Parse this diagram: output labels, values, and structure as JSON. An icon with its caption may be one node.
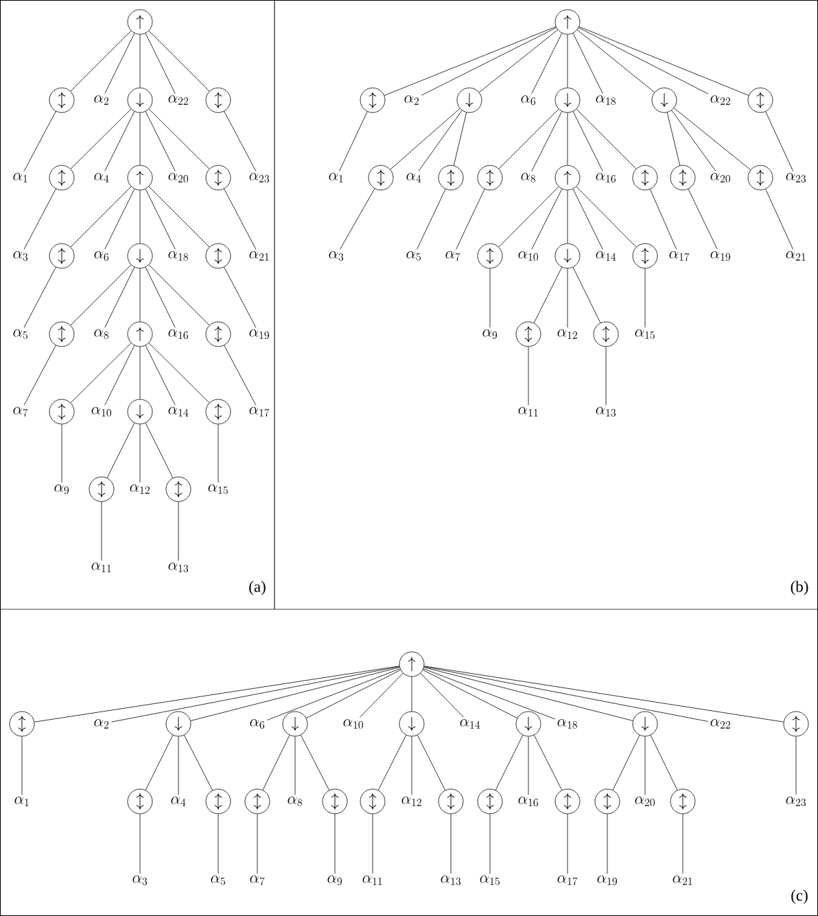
{
  "diagram": {
    "nodes": [
      {
        "text": [
          "\\uparrow"
        ]
      },
      {
        "text": [
          "\\updownarrow"
        ]
      },
      {
        "text": [
          "\\alpha_{2}"
        ]
      },
      {
        "text": [
          "\\downarrow"
        ]
      },
      {
        "text": [
          "\\alpha_{22}"
        ]
      },
      {
        "text": [
          "\\updownarrow"
        ]
      },
      {
        "text": [
          "\\alpha_{1}"
        ]
      },
      {
        "text": [
          "\\updownarrow"
        ]
      },
      {
        "text": [
          "\\alpha_{4}"
        ]
      },
      {
        "text": [
          "\\uparrow"
        ]
      },
      {
        "text": [
          "\\alpha_{20}"
        ]
      },
      {
        "text": [
          "\\updownarrow"
        ]
      },
      {
        "text": [
          "\\alpha_{23}"
        ]
      },
      {
        "text": [
          "\\alpha_{3}"
        ]
      },
      {
        "text": [
          "\\updownarrow"
        ]
      },
      {
        "text": [
          "\\alpha_{6}"
        ]
      },
      {
        "text": [
          "\\downarrow"
        ]
      },
      {
        "text": [
          "\\alpha_{18}"
        ]
      },
      {
        "text": [
          "\\updownarrow"
        ]
      },
      {
        "text": [
          "\\alpha_{21}"
        ]
      },
      {
        "text": [
          "\\alpha_{5}"
        ]
      },
      {
        "text": [
          "\\updownarrow"
        ]
      },
      {
        "text": [
          "\\alpha_{8}"
        ]
      },
      {
        "text": [
          "\\uparrow"
        ]
      },
      {
        "text": [
          "\\alpha_{16}"
        ]
      },
      {
        "text": [
          "\\updownarrow"
        ]
      },
      {
        "text": [
          "\\alpha_{19}"
        ]
      },
      {
        "text": [
          "\\alpha_{7}"
        ]
      },
      {
        "text": [
          "\\updownarrow"
        ]
      },
      {
        "text": [
          "\\alpha_{10}"
        ]
      },
      {
        "text": [
          "\\downarrow"
        ]
      },
      {
        "text": [
          "\\alpha_{14}"
        ]
      },
      {
        "text": [
          "\\updownarrow"
        ]
      },
      {
        "text": [
          "\\alpha_{17}"
        ]
      },
      {
        "text": [
          "\\alpha_{9}"
        ]
      },
      {
        "text": [
          "\\updownarrow"
        ]
      },
      {
        "text": [
          "\\alpha_{12}"
        ]
      },
      {
        "text": [
          "\\updownarrow"
        ]
      },
      {
        "text": [
          "\\alpha_{15}"
        ]
      },
      {
        "text": [
          "\\alpha_{11}"
        ]
      },
      {
        "text": [
          "\\alpha_{13}"
        ]
      },
      {
        "text": [
          "\\uparrow"
        ]
      },
      {
        "text": [
          "\\updownarrow"
        ]
      },
      {
        "text": [
          "\\alpha_{2}"
        ]
      },
      {
        "text": [
          "\\downarrow"
        ]
      },
      {
        "text": [
          "\\alpha_{6}"
        ]
      },
      {
        "text": [
          "\\downarrow"
        ]
      },
      {
        "text": [
          "\\alpha_{18}"
        ]
      },
      {
        "text": [
          "\\downarrow"
        ]
      },
      {
        "text": [
          "\\alpha_{22}"
        ]
      },
      {
        "text": [
          "\\updownarrow"
        ]
      },
      {
        "text": [
          "\\alpha_{1}"
        ]
      },
      {
        "text": [
          "\\updownarrow"
        ]
      },
      {
        "text": [
          "\\alpha_{4}"
        ]
      },
      {
        "text": [
          "\\updownarrow"
        ]
      },
      {
        "text": [
          "\\updownarrow"
        ]
      },
      {
        "text": [
          "\\alpha_{8}"
        ]
      },
      {
        "text": [
          "\\uparrow"
        ]
      },
      {
        "text": [
          "\\alpha_{16}"
        ]
      },
      {
        "text": [
          "\\updownarrow"
        ]
      },
      {
        "text": [
          "\\updownarrow"
        ]
      },
      {
        "text": [
          "\\alpha_{20}"
        ]
      },
      {
        "text": [
          "\\updownarrow"
        ]
      },
      {
        "text": [
          "\\alpha_{23}"
        ]
      },
      {
        "text": [
          "\\alpha_{3}"
        ]
      },
      {
        "text": [
          "\\alpha_{5}"
        ]
      },
      {
        "text": [
          "\\alpha_{7}"
        ]
      },
      {
        "text": [
          "\\updownarrow"
        ]
      },
      {
        "text": [
          "\\alpha_{10}"
        ]
      },
      {
        "text": [
          "\\downarrow"
        ]
      },
      {
        "text": [
          "\\alpha_{14}"
        ]
      },
      {
        "text": [
          "\\updownarrow"
        ]
      },
      {
        "text": [
          "\\alpha_{17}"
        ]
      },
      {
        "text": [
          "\\alpha_{19}"
        ]
      },
      {
        "text": [
          "\\alpha_{21}"
        ]
      },
      {
        "text": [
          "\\alpha_{9}"
        ]
      },
      {
        "text": [
          "\\updownarrow"
        ]
      },
      {
        "text": [
          "\\alpha_{12}"
        ]
      },
      {
        "text": [
          "\\updownarrow"
        ]
      },
      {
        "text": [
          "\\alpha_{15}"
        ]
      },
      {
        "text": [
          "\\alpha_{11}"
        ]
      },
      {
        "text": [
          "\\alpha_{13}"
        ]
      },
      {
        "text": [
          "\\uparrow"
        ]
      },
      {
        "text": [
          "\\updownarrow"
        ]
      },
      {
        "text": [
          "\\alpha_{2}"
        ]
      },
      {
        "text": [
          "\\downarrow"
        ]
      },
      {
        "text": [
          "\\alpha_{6}"
        ]
      },
      {
        "text": [
          "\\downarrow"
        ]
      },
      {
        "text": [
          "\\alpha_{10}"
        ]
      },
      {
        "text": [
          "\\downarrow"
        ]
      },
      {
        "text": [
          "\\alpha_{14}"
        ]
      },
      {
        "text": [
          "\\downarrow"
        ]
      },
      {
        "text": [
          "\\alpha_{18}"
        ]
      },
      {
        "text": [
          "\\downarrow"
        ]
      },
      {
        "text": [
          "\\alpha_{22}"
        ]
      },
      {
        "text": [
          "\\updownarrow"
        ]
      },
      {
        "text": [
          "\\alpha_{1}"
        ]
      },
      {
        "text": [
          "\\updownarrow"
        ]
      },
      {
        "text": [
          "\\alpha_{4}"
        ]
      },
      {
        "text": [
          "\\updownarrow"
        ]
      },
      {
        "text": [
          "\\updownarrow"
        ]
      },
      {
        "text": [
          "\\alpha_{8}"
        ]
      },
      {
        "text": [
          "\\updownarrow"
        ]
      },
      {
        "text": [
          "\\updownarrow"
        ]
      },
      {
        "text": [
          "\\alpha_{12}"
        ]
      },
      {
        "text": [
          "\\updownarrow"
        ]
      },
      {
        "text": [
          "\\updownarrow"
        ]
      },
      {
        "text": [
          "\\alpha_{16}"
        ]
      },
      {
        "text": [
          "\\updownarrow"
        ]
      },
      {
        "text": [
          "\\updownarrow"
        ]
      },
      {
        "text": [
          "\\alpha_{20}"
        ]
      },
      {
        "text": [
          "\\updownarrow"
        ]
      },
      {
        "text": [
          "\\alpha_{23}"
        ]
      },
      {
        "text": [
          "\\alpha_{3}"
        ]
      },
      {
        "text": [
          "\\alpha_{5}"
        ]
      },
      {
        "text": [
          "\\alpha_{7}"
        ]
      },
      {
        "text": [
          "\\alpha_{9}"
        ]
      },
      {
        "text": [
          "\\alpha_{11}"
        ]
      },
      {
        "text": [
          "\\alpha_{13}"
        ]
      },
      {
        "text": [
          "\\alpha_{15}"
        ]
      },
      {
        "text": [
          "\\alpha_{17}"
        ]
      },
      {
        "text": [
          "\\alpha_{19}"
        ]
      },
      {
        "text": [
          "\\alpha_{21}"
        ]
      }
    ],
    "edges": [
      {
        "from": 0,
        "to": 1,
        "arrow": "none"
      },
      {
        "from": 0,
        "to": 2,
        "arrow": "none"
      },
      {
        "from": 0,
        "to": 3,
        "arrow": "none"
      },
      {
        "from": 0,
        "to": 4,
        "arrow": "none"
      },
      {
        "from": 0,
        "to": 5,
        "arrow": "none"
      },
      {
        "from": 1,
        "to": 6,
        "arrow": "none"
      },
      {
        "from": 5,
        "to": 12,
        "arrow": "none"
      },
      {
        "from": 3,
        "to": 7,
        "arrow": "none"
      },
      {
        "from": 3,
        "to": 8,
        "arrow": "none"
      },
      {
        "from": 3,
        "to": 9,
        "arrow": "none"
      },
      {
        "from": 3,
        "to": 10,
        "arrow": "none"
      },
      {
        "from": 3,
        "to": 11,
        "arrow": "none"
      },
      {
        "from": 7,
        "to": 13,
        "arrow": "none"
      },
      {
        "from": 11,
        "to": 19,
        "arrow": "none"
      },
      {
        "from": 9,
        "to": 14,
        "arrow": "none"
      },
      {
        "from": 9,
        "to": 15,
        "arrow": "none"
      },
      {
        "from": 9,
        "to": 16,
        "arrow": "none"
      },
      {
        "from": 9,
        "to": 17,
        "arrow": "none"
      },
      {
        "from": 9,
        "to": 18,
        "arrow": "none"
      },
      {
        "from": 14,
        "to": 20,
        "arrow": "none"
      },
      {
        "from": 18,
        "to": 26,
        "arrow": "none"
      },
      {
        "from": 16,
        "to": 21,
        "arrow": "none"
      },
      {
        "from": 16,
        "to": 22,
        "arrow": "none"
      },
      {
        "from": 16,
        "to": 23,
        "arrow": "none"
      },
      {
        "from": 16,
        "to": 24,
        "arrow": "none"
      },
      {
        "from": 16,
        "to": 25,
        "arrow": "none"
      },
      {
        "from": 21,
        "to": 27,
        "arrow": "none"
      },
      {
        "from": 25,
        "to": 33,
        "arrow": "none"
      },
      {
        "from": 23,
        "to": 28,
        "arrow": "none"
      },
      {
        "from": 23,
        "to": 29,
        "arrow": "none"
      },
      {
        "from": 23,
        "to": 30,
        "arrow": "none"
      },
      {
        "from": 23,
        "to": 31,
        "arrow": "none"
      },
      {
        "from": 23,
        "to": 32,
        "arrow": "none"
      },
      {
        "from": 28,
        "to": 34,
        "arrow": "none"
      },
      {
        "from": 32,
        "to": 38,
        "arrow": "none"
      },
      {
        "from": 30,
        "to": 35,
        "arrow": "none"
      },
      {
        "from": 30,
        "to": 36,
        "arrow": "none"
      },
      {
        "from": 30,
        "to": 37,
        "arrow": "none"
      },
      {
        "from": 35,
        "to": 39,
        "arrow": "none"
      },
      {
        "from": 37,
        "to": 40,
        "arrow": "none"
      },
      {
        "from": 41,
        "to": 42,
        "arrow": "none"
      },
      {
        "from": 41,
        "to": 43,
        "arrow": "none"
      },
      {
        "from": 41,
        "to": 44,
        "arrow": "none"
      },
      {
        "from": 41,
        "to": 45,
        "arrow": "none"
      },
      {
        "from": 41,
        "to": 46,
        "arrow": "none"
      },
      {
        "from": 41,
        "to": 47,
        "arrow": "none"
      },
      {
        "from": 41,
        "to": 48,
        "arrow": "none"
      },
      {
        "from": 41,
        "to": 49,
        "arrow": "none"
      },
      {
        "from": 41,
        "to": 50,
        "arrow": "none"
      },
      {
        "from": 42,
        "to": 51,
        "arrow": "none"
      },
      {
        "from": 44,
        "to": 52,
        "arrow": "none"
      },
      {
        "from": 44,
        "to": 53,
        "arrow": "none"
      },
      {
        "from": 44,
        "to": 54,
        "arrow": "none"
      },
      {
        "from": 46,
        "to": 55,
        "arrow": "none"
      },
      {
        "from": 46,
        "to": 56,
        "arrow": "none"
      },
      {
        "from": 46,
        "to": 57,
        "arrow": "none"
      },
      {
        "from": 46,
        "to": 58,
        "arrow": "none"
      },
      {
        "from": 46,
        "to": 59,
        "arrow": "none"
      },
      {
        "from": 48,
        "to": 60,
        "arrow": "none"
      },
      {
        "from": 48,
        "to": 61,
        "arrow": "none"
      },
      {
        "from": 48,
        "to": 62,
        "arrow": "none"
      },
      {
        "from": 50,
        "to": 63,
        "arrow": "none"
      },
      {
        "from": 52,
        "to": 64,
        "arrow": "none"
      },
      {
        "from": 54,
        "to": 65,
        "arrow": "none"
      },
      {
        "from": 55,
        "to": 66,
        "arrow": "none"
      },
      {
        "from": 57,
        "to": 67,
        "arrow": "none"
      },
      {
        "from": 57,
        "to": 68,
        "arrow": "none"
      },
      {
        "from": 57,
        "to": 69,
        "arrow": "none"
      },
      {
        "from": 57,
        "to": 70,
        "arrow": "none"
      },
      {
        "from": 57,
        "to": 71,
        "arrow": "none"
      },
      {
        "from": 59,
        "to": 72,
        "arrow": "none"
      },
      {
        "from": 60,
        "to": 73,
        "arrow": "none"
      },
      {
        "from": 62,
        "to": 74,
        "arrow": "none"
      },
      {
        "from": 67,
        "to": 75,
        "arrow": "none"
      },
      {
        "from": 69,
        "to": 76,
        "arrow": "none"
      },
      {
        "from": 69,
        "to": 77,
        "arrow": "none"
      },
      {
        "from": 69,
        "to": 78,
        "arrow": "none"
      },
      {
        "from": 71,
        "to": 79,
        "arrow": "none"
      },
      {
        "from": 76,
        "to": 80,
        "arrow": "none"
      },
      {
        "from": 78,
        "to": 81,
        "arrow": "none"
      },
      {
        "from": 82,
        "to": 83,
        "arrow": "none"
      },
      {
        "from": 82,
        "to": 84,
        "arrow": "none"
      },
      {
        "from": 82,
        "to": 85,
        "arrow": "none"
      },
      {
        "from": 82,
        "to": 86,
        "arrow": "none"
      },
      {
        "from": 82,
        "to": 87,
        "arrow": "none"
      },
      {
        "from": 82,
        "to": 88,
        "arrow": "none"
      },
      {
        "from": 82,
        "to": 89,
        "arrow": "none"
      },
      {
        "from": 82,
        "to": 90,
        "arrow": "none"
      },
      {
        "from": 82,
        "to": 91,
        "arrow": "none"
      },
      {
        "from": 82,
        "to": 92,
        "arrow": "none"
      },
      {
        "from": 82,
        "to": 93,
        "arrow": "none"
      },
      {
        "from": 82,
        "to": 94,
        "arrow": "none"
      },
      {
        "from": 82,
        "to": 95,
        "arrow": "none"
      },
      {
        "from": 83,
        "to": 96,
        "arrow": "none"
      },
      {
        "from": 85,
        "to": 97,
        "arrow": "none"
      },
      {
        "from": 85,
        "to": 98,
        "arrow": "none"
      },
      {
        "from": 85,
        "to": 99,
        "arrow": "none"
      },
      {
        "from": 87,
        "to": 100,
        "arrow": "none"
      },
      {
        "from": 87,
        "to": 101,
        "arrow": "none"
      },
      {
        "from": 87,
        "to": 102,
        "arrow": "none"
      },
      {
        "from": 89,
        "to": 103,
        "arrow": "none"
      },
      {
        "from": 89,
        "to": 104,
        "arrow": "none"
      },
      {
        "from": 89,
        "to": 105,
        "arrow": "none"
      },
      {
        "from": 91,
        "to": 106,
        "arrow": "none"
      },
      {
        "from": 91,
        "to": 107,
        "arrow": "none"
      },
      {
        "from": 91,
        "to": 108,
        "arrow": "none"
      },
      {
        "from": 93,
        "to": 109,
        "arrow": "none"
      },
      {
        "from": 93,
        "to": 110,
        "arrow": "none"
      },
      {
        "from": 93,
        "to": 111,
        "arrow": "none"
      },
      {
        "from": 95,
        "to": 112,
        "arrow": "none"
      },
      {
        "from": 97,
        "to": 113,
        "arrow": "none"
      },
      {
        "from": 99,
        "to": 114,
        "arrow": "none"
      },
      {
        "from": 100,
        "to": 115,
        "arrow": "none"
      },
      {
        "from": 102,
        "to": 116,
        "arrow": "none"
      },
      {
        "from": 103,
        "to": 117,
        "arrow": "none"
      },
      {
        "from": 105,
        "to": 118,
        "arrow": "none"
      },
      {
        "from": 106,
        "to": 119,
        "arrow": "none"
      },
      {
        "from": 108,
        "to": 120,
        "arrow": "none"
      },
      {
        "from": 109,
        "to": 121,
        "arrow": "none"
      },
      {
        "from": 111,
        "to": 122,
        "arrow": "none"
      }
    ],
    "labels": [
      "(a)",
      "(b)",
      "(c)"
    ]
  }
}
